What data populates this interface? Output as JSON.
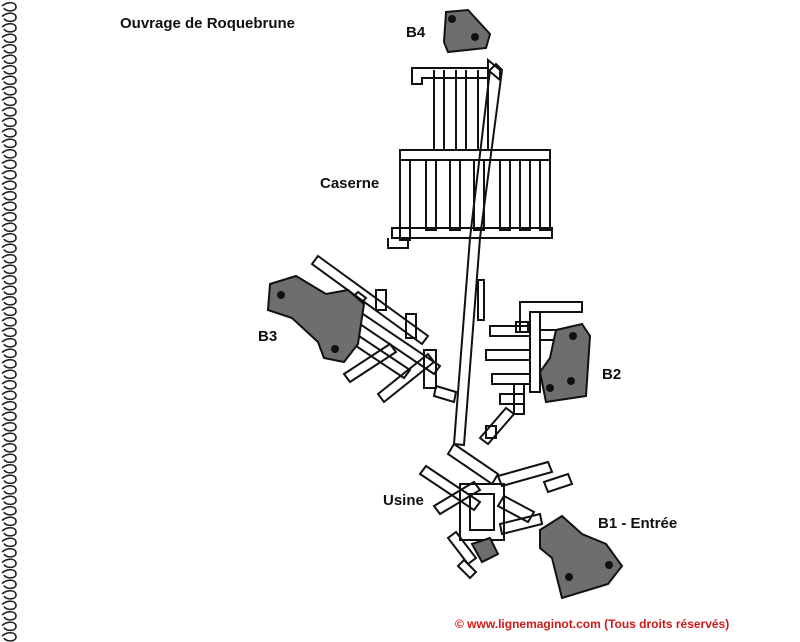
{
  "diagram": {
    "title": "Ouvrage de Roquebrune",
    "labels": {
      "b4": "B4",
      "caserne": "Caserne",
      "b3": "B3",
      "b2": "B2",
      "usine": "Usine",
      "b1": "B1 - Entrée"
    },
    "copyright": "© www.lignemaginot.com (Tous droits réservés)"
  },
  "colors": {
    "block_fill": "#6e6e6e",
    "outline": "#111111",
    "copyright": "#d01818"
  }
}
